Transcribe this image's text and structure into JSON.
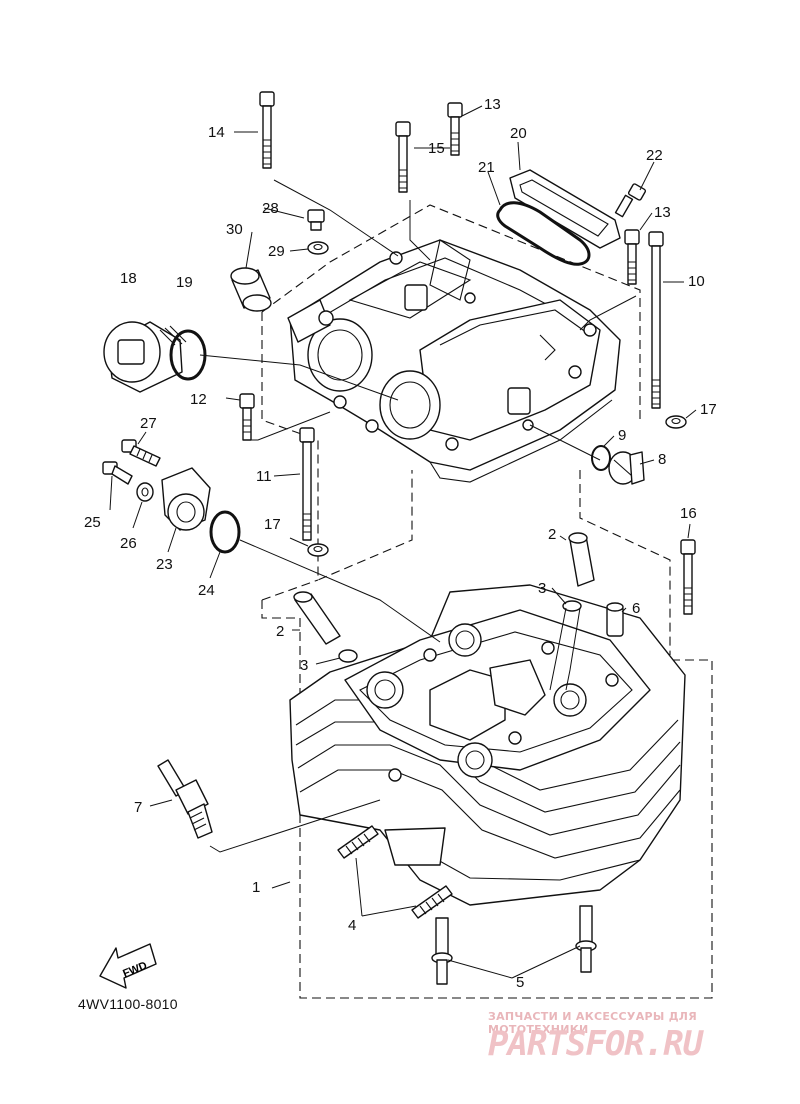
{
  "diagram": {
    "code": "4WV1100-8010",
    "fwd_label": "FWD",
    "part_numbers": [
      "1",
      "2",
      "2",
      "3",
      "3",
      "4",
      "5",
      "6",
      "7",
      "8",
      "9",
      "10",
      "11",
      "12",
      "13",
      "13",
      "14",
      "15",
      "16",
      "17",
      "17",
      "18",
      "19",
      "20",
      "21",
      "22",
      "23",
      "24",
      "25",
      "26",
      "27",
      "28",
      "29",
      "30"
    ]
  },
  "watermark": {
    "tagline": "ЗАПЧАСТИ И АКСЕССУАРЫ ДЛЯ МОТОТЕХНИКИ",
    "logo": "PARTSFOR.RU"
  }
}
